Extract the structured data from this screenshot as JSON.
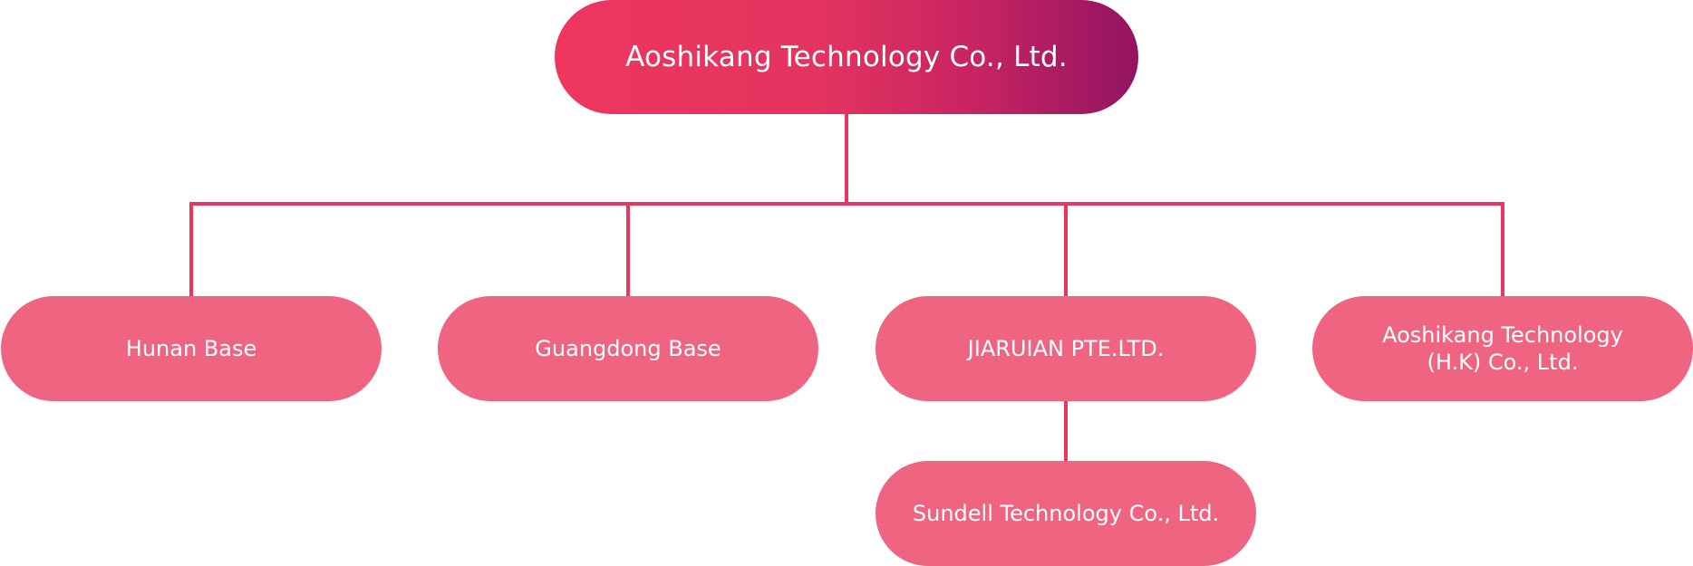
{
  "colors": {
    "connector": "#e8365f",
    "root_gradient_start": "#ee365f",
    "root_gradient_end": "#921462",
    "child_fill": "#ef6581",
    "text": "#ffffff"
  },
  "org_chart": {
    "root": {
      "label": "Aoshikang Technology Co., Ltd."
    },
    "children": [
      {
        "label": "Hunan Base"
      },
      {
        "label": "Guangdong Base"
      },
      {
        "label": "JIARUIAN PTE.LTD.",
        "children": [
          {
            "label": "Sundell Technology Co., Ltd."
          }
        ]
      },
      {
        "label": "Aoshikang Technology (H.K) Co., Ltd."
      }
    ]
  }
}
